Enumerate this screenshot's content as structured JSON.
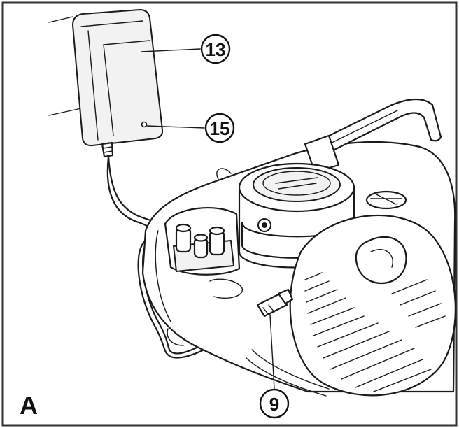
{
  "figure": {
    "panel_label": "A",
    "callouts": [
      {
        "number": "13",
        "target": "charger"
      },
      {
        "number": "15",
        "target": "charger-indicator-light"
      },
      {
        "number": "9",
        "target": "charging-jack"
      }
    ]
  },
  "colors": {
    "line": "#1a1a1a",
    "background": "#ffffff"
  }
}
